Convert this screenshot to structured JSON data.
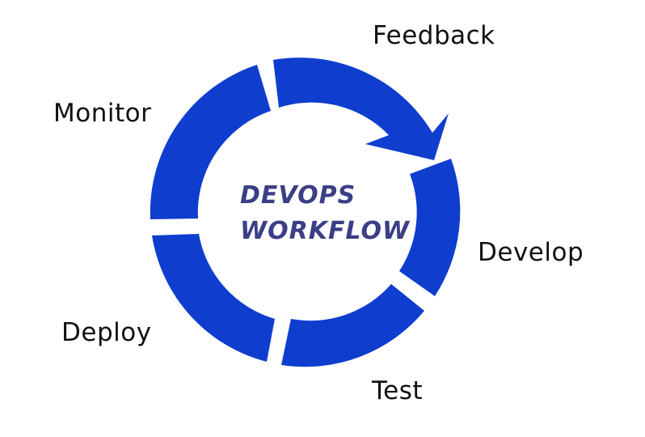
{
  "diagram": {
    "title_line1": "DEVOPS",
    "title_line2": "WORKFLOW",
    "ring_color": "#0f3ecf",
    "title_color": "#3b3f86",
    "stages": [
      {
        "name": "Feedback"
      },
      {
        "name": "Develop"
      },
      {
        "name": "Test"
      },
      {
        "name": "Deploy"
      },
      {
        "name": "Monitor"
      }
    ]
  }
}
